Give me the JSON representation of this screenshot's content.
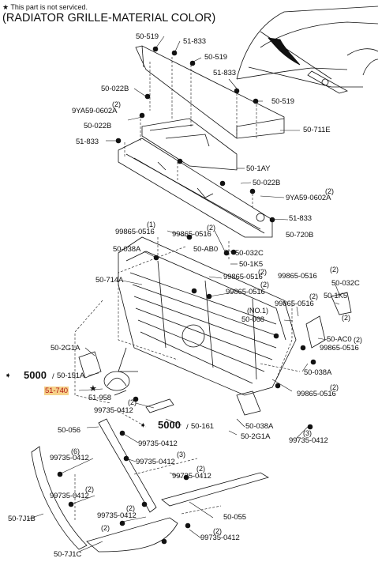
{
  "header": {
    "note": "This part is not serviced.",
    "title": "(RADIATOR GRILLE-MATERIAL COLOR)"
  },
  "parts": {
    "p50519a": "50-519",
    "p51833a": "51-833",
    "p50519b": "50-519",
    "p51833b": "51-833",
    "p50022Ba": "50-022B",
    "p50519c": "50-519",
    "p9ya59a": "9YA59-0602A",
    "p50022Bb": "50-022B",
    "p51833c": "51-833",
    "p50711E": "50-711E",
    "p501AY": "50-1AY",
    "p50022Bc": "50-022B",
    "p9ya59b": "9YA59-0602A",
    "p51833d": "51-833",
    "p99865a": "99865-0516",
    "p99865b": "99865-0516",
    "p50720B": "50-720B",
    "p50038Aa": "50-038A",
    "p50AB0": "50-AB0",
    "p50032Ca": "50-032C",
    "p501K5a": "50-1K5",
    "p99865c": "99865-0516",
    "p50714A": "50-714A",
    "p99865d": "99865-0516",
    "p99865e": "99865-0516",
    "p50032Cb": "50-032C",
    "p501K5b": "50-1K5",
    "p99865f": "99865-0516",
    "no1": "(NO.1)",
    "p50068": "50-068",
    "p50AC0": "50-AC0",
    "p99865g": "99865-0516",
    "p502G1Aa": "50-2G1A",
    "p50038Ab": "50-038A",
    "p50151A": "50-151A",
    "p51740": "51-740",
    "p51958": "51-958",
    "p99865h": "99865-0516",
    "p99735a": "99735-0412",
    "p50056": "50-056",
    "p50161": "50-161",
    "p50038Ac": "50-038A",
    "p99735b": "99735-0412",
    "p502G1Ab": "50-2G1A",
    "p99735c": "99735-0412",
    "p99735d": "99735-0412",
    "p99735e": "99735-0412",
    "p99735f": "99735-0412",
    "p507J1B": "50-7J1B",
    "p99735g": "99735-0412",
    "p50055": "50-055",
    "p99735h": "99735-0412",
    "p507J1C": "50-7J1C"
  },
  "refs": {
    "ref5000a": "5000",
    "ref5000b": "5000",
    "slash1": "/",
    "slash2": "/"
  },
  "qty": {
    "q1": "(2)",
    "q2": "(2)",
    "q3": "(1)",
    "q4": "(2)",
    "q5": "(2)",
    "q6": "(2)",
    "q7": "(2)",
    "q8": "(2)",
    "q9": "(2)",
    "q10": "(2)",
    "q11": "(2)",
    "q12": "(2)",
    "q13": "(6)",
    "q14": "(3)",
    "q15": "(3)",
    "q16": "(2)",
    "q17": "(2)",
    "q18": "(2)",
    "q19": "(2)",
    "q20": "(2)",
    "q21": "(2)"
  },
  "colors": {
    "highlight_bg": "#f6d28a",
    "highlight_text": "#b31515",
    "line": "#111111"
  }
}
